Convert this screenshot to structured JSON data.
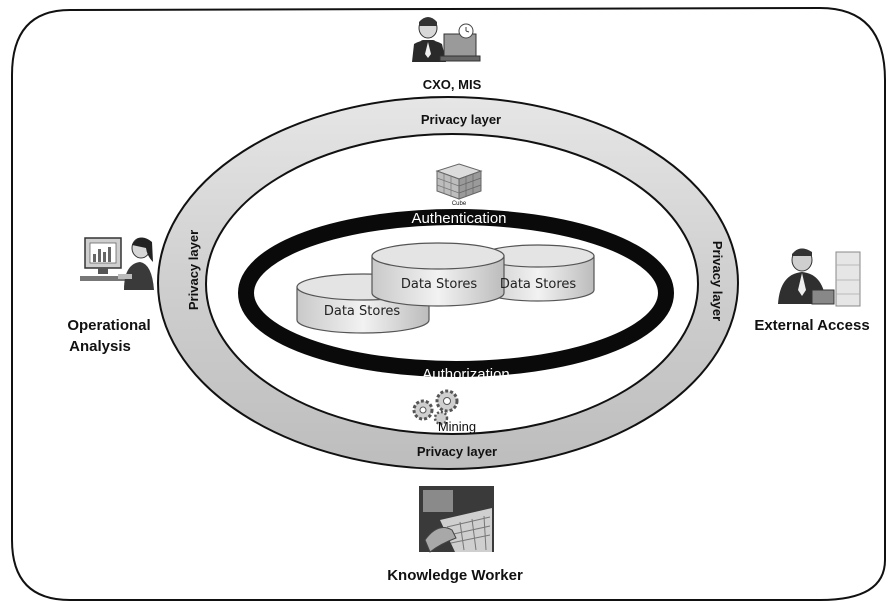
{
  "actors": {
    "top": "CXO, MIS",
    "left_line1": "Operational",
    "left_line2": "Analysis",
    "right": "External Access",
    "bottom": "Knowledge Worker"
  },
  "privacy": {
    "top": "Privacy layer",
    "bottom": "Privacy layer",
    "left": "Privacy layer",
    "right": "Privacy layer"
  },
  "auth": {
    "authentication": "Authentication",
    "authorization": "Authorization"
  },
  "cube_label": "Cube",
  "mining_label": "Mining",
  "data_stores": [
    "Data Stores",
    "Data Stores",
    "Data Stores"
  ],
  "icons": {
    "top": "businessman-laptop-icon",
    "left": "analyst-computer-icon",
    "right": "executive-icon",
    "bottom": "keyboard-typing-icon",
    "cube": "cube-icon",
    "mining": "gears-icon",
    "storage": "database-cylinder-icon"
  }
}
